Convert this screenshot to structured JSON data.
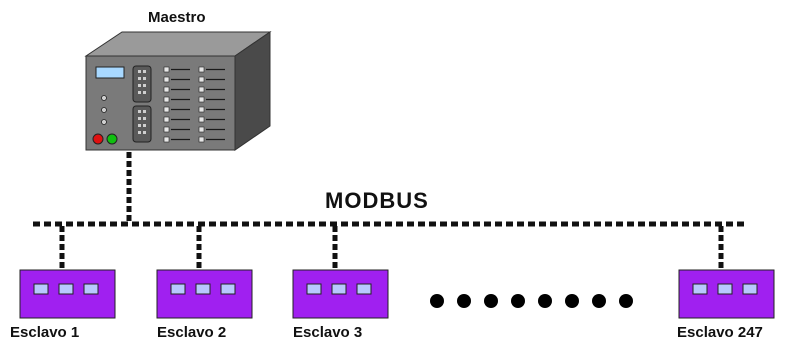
{
  "master": {
    "label": "Maestro"
  },
  "bus": {
    "label": "MODBUS"
  },
  "slaves": [
    {
      "label": "Esclavo 1"
    },
    {
      "label": "Esclavo 2"
    },
    {
      "label": "Esclavo 3"
    },
    {
      "label": "Esclavo 247"
    }
  ],
  "colors": {
    "slave_fill": "#a020f0",
    "slave_port_fill": "#b8c8ff",
    "bus_line": "#111111",
    "master_front": "#7a7a7a",
    "master_top": "#9a9a9a",
    "master_side": "#4a4a4a",
    "led_red": "#e01010",
    "led_green": "#10c010"
  }
}
